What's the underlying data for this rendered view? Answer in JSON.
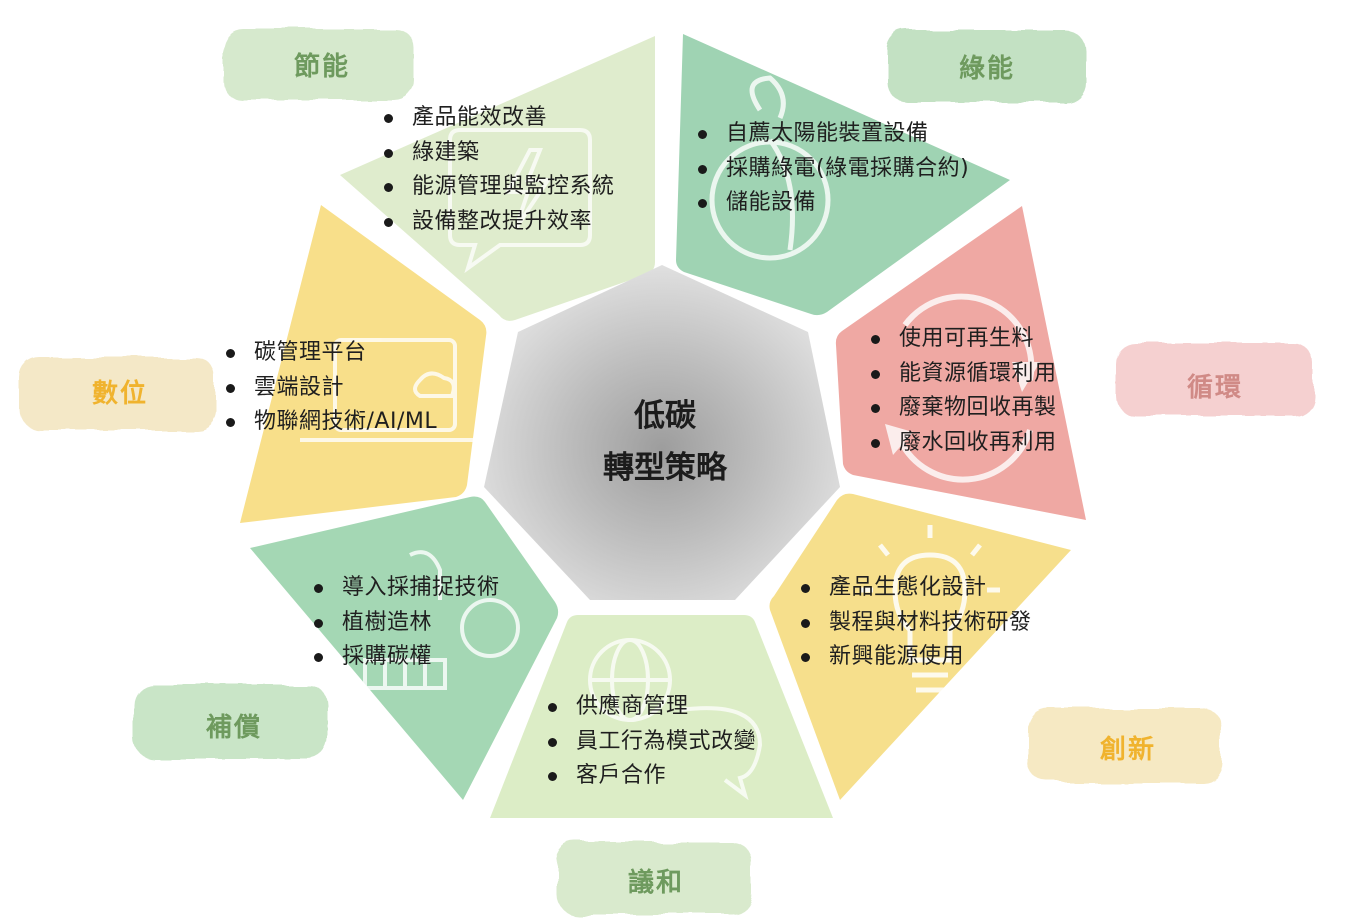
{
  "center": {
    "line1": "低碳",
    "line2": "轉型策略"
  },
  "segments": {
    "energy_saving": {
      "tag": "節能",
      "color": "#dfeccd",
      "tag_color": "#6e9a5e",
      "items": [
        "產品能效改善",
        "綠建築",
        "能源管理與監控系統",
        "設備整改提升效率"
      ]
    },
    "green_energy": {
      "tag": "綠能",
      "color": "#9fd3b3",
      "tag_color": "#6e9a5e",
      "items": [
        "自薦太陽能裝置設備",
        "採購綠電(綠電採購合約)",
        "儲能設備"
      ]
    },
    "circular": {
      "tag": "循環",
      "color": "#efa8a3",
      "tag_color": "#d08a86",
      "items": [
        "使用可再生料",
        "能資源循環利用",
        "廢棄物回收再製",
        "廢水回收再利用"
      ]
    },
    "innovation": {
      "tag": "創新",
      "color": "#f6df8c",
      "tag_color": "#f0b32e",
      "items": [
        "產品生態化設計",
        "製程與材料技術研發",
        "新興能源使用"
      ]
    },
    "negotiation": {
      "tag": "議和",
      "color": "#dcedc6",
      "tag_color": "#6e9a5e",
      "items": [
        "供應商管理",
        "員工行為模式改變",
        "客戶合作"
      ]
    },
    "compensation": {
      "tag": "補償",
      "color": "#a4d7b4",
      "tag_color": "#6e9a5e",
      "items": [
        "導入採捕捉技術",
        "植樹造林",
        "採購碳權"
      ]
    },
    "digital": {
      "tag": "數位",
      "color": "#f8df8a",
      "tag_color": "#f0b32e",
      "items": [
        "碳管理平台",
        "雲端設計",
        "物聯網技術/AI/ML"
      ]
    }
  },
  "icons": {
    "energy_saving": "lightning-bubble-icon",
    "green_energy": "leaf-circle-icon",
    "circular": "recycle-arrow-icon",
    "innovation": "lightbulb-icon",
    "negotiation": "globe-chat-icon",
    "compensation": "co2-factory-icon",
    "digital": "laptop-cloud-icon"
  }
}
